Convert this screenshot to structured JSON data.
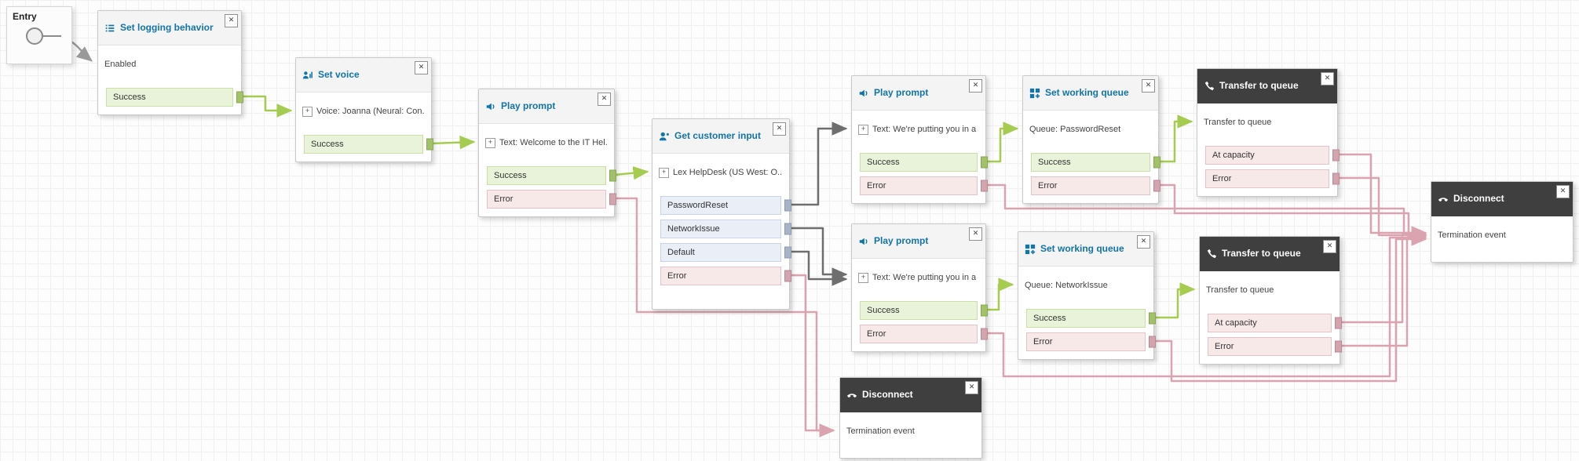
{
  "glyphs": {
    "close": "✕",
    "expander": "+"
  },
  "entry": {
    "label": "Entry"
  },
  "blocks": [
    {
      "id": "set-logging-behavior",
      "title": "Set logging behavior",
      "param": "Enabled",
      "outputs": [
        {
          "label": "Success",
          "type": "success"
        }
      ]
    },
    {
      "id": "set-voice",
      "title": "Set voice",
      "param": "Voice: Joanna (Neural: Con...",
      "outputs": [
        {
          "label": "Success",
          "type": "success"
        }
      ]
    },
    {
      "id": "play-prompt-1",
      "title": "Play prompt",
      "param": "Text: Welcome to the IT Hel...",
      "outputs": [
        {
          "label": "Success",
          "type": "success"
        },
        {
          "label": "Error",
          "type": "error"
        }
      ]
    },
    {
      "id": "get-customer-input",
      "title": "Get customer input",
      "param": "Lex HelpDesk (US West: O...",
      "outputs": [
        {
          "label": "PasswordReset",
          "type": "branch"
        },
        {
          "label": "NetworkIssue",
          "type": "branch"
        },
        {
          "label": "Default",
          "type": "branch"
        },
        {
          "label": "Error",
          "type": "error"
        }
      ]
    },
    {
      "id": "play-prompt-2",
      "title": "Play prompt",
      "param": "Text: We're putting you in a ...",
      "outputs": [
        {
          "label": "Success",
          "type": "success"
        },
        {
          "label": "Error",
          "type": "error"
        }
      ]
    },
    {
      "id": "set-working-queue-1",
      "title": "Set working queue",
      "param": "Queue: PasswordReset",
      "outputs": [
        {
          "label": "Success",
          "type": "success"
        },
        {
          "label": "Error",
          "type": "error"
        }
      ]
    },
    {
      "id": "transfer-to-queue-1",
      "title": "Transfer to queue",
      "param": "Transfer to queue",
      "outputs": [
        {
          "label": "At capacity",
          "type": "error"
        },
        {
          "label": "Error",
          "type": "error"
        }
      ]
    },
    {
      "id": "disconnect-1",
      "title": "Disconnect",
      "param": "Termination event",
      "outputs": []
    },
    {
      "id": "play-prompt-3",
      "title": "Play prompt",
      "param": "Text: We're putting you in a ...",
      "outputs": [
        {
          "label": "Success",
          "type": "success"
        },
        {
          "label": "Error",
          "type": "error"
        }
      ]
    },
    {
      "id": "set-working-queue-2",
      "title": "Set working queue",
      "param": "Queue: NetworkIssue",
      "outputs": [
        {
          "label": "Success",
          "type": "success"
        },
        {
          "label": "Error",
          "type": "error"
        }
      ]
    },
    {
      "id": "transfer-to-queue-2",
      "title": "Transfer to queue",
      "param": "Transfer to queue",
      "outputs": [
        {
          "label": "At capacity",
          "type": "error"
        },
        {
          "label": "Error",
          "type": "error"
        }
      ]
    },
    {
      "id": "disconnect-2",
      "title": "Disconnect",
      "param": "Termination event",
      "outputs": []
    }
  ],
  "colors": {
    "success_line": "#a5cc50",
    "error_line": "#dba3af",
    "branch_line": "#6e6e6e",
    "header_accent": "#1374a8",
    "dark_header": "#3f3f3f"
  }
}
